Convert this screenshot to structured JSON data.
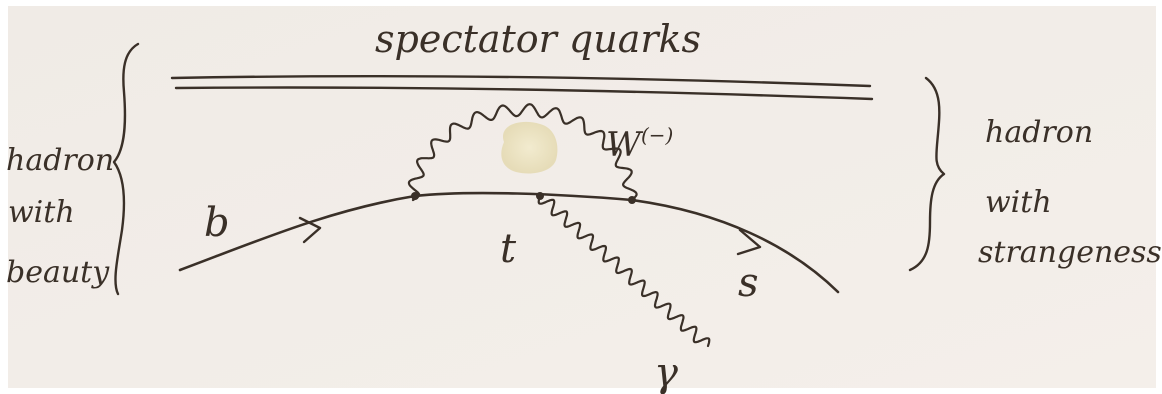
{
  "diagram": {
    "header_label": "spectator quarks",
    "left_bracket_label": [
      "hadron",
      "with",
      "beauty"
    ],
    "right_bracket_label": [
      "hadron",
      "with",
      "strangeness"
    ],
    "particles": {
      "incoming_quark": "b",
      "internal_quark": "t",
      "loop_boson": "W",
      "loop_boson_sup": "(−)",
      "outgoing_quark": "s",
      "photon": "γ"
    },
    "colors": {
      "paper": "#f3eee9",
      "ink": "#3a3028",
      "stain": "#ece4c7",
      "border": "#ffffff"
    }
  }
}
